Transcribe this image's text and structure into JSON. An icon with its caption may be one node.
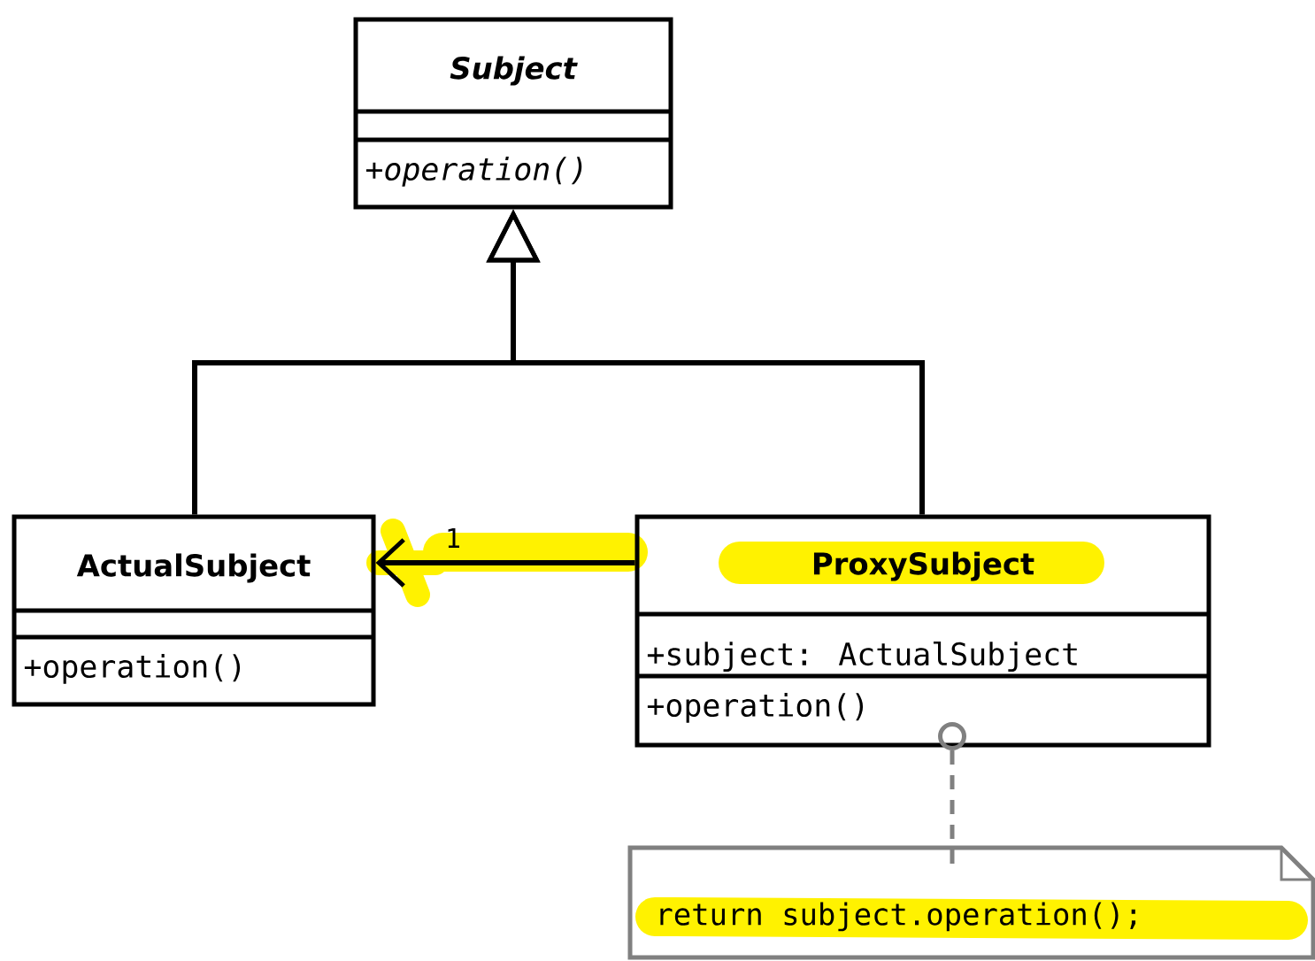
{
  "diagram": {
    "nodes": [
      {
        "text": [
          "Subject",
          "+operation()"
        ]
      },
      {
        "text": [
          "ActualSubject",
          "+operation()"
        ]
      },
      {
        "text": [
          "ProxySubject",
          "+subject: ActualSubject",
          "+operation()"
        ]
      },
      {
        "text": [
          "return subject.operation();"
        ]
      }
    ],
    "edges": [
      {
        "from": 1,
        "to": 0,
        "arrow": "to"
      },
      {
        "from": 2,
        "to": 0,
        "arrow": "to"
      },
      {
        "from": 2,
        "to": 1,
        "arrow": "to",
        "label": "1"
      },
      {
        "from": 3,
        "to": 2,
        "arrow": "other",
        "style": "dashed",
        "color": "#808080"
      }
    ]
  }
}
